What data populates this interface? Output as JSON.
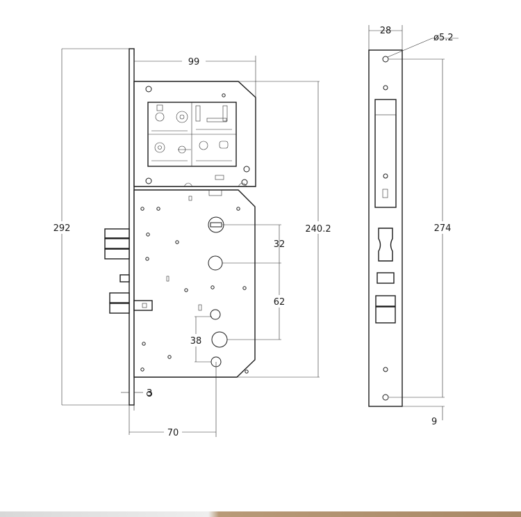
{
  "dimensions": {
    "top_width": "99",
    "faceplate_width": "28",
    "hole_diameter": "ø5.2",
    "total_height": "292",
    "case_height": "240.2",
    "hole_spacing": "274",
    "upper_spacing": "32",
    "mid_spacing": "62",
    "cylinder_offset": "38",
    "faceplate_thickness": "3",
    "backset": "70",
    "bottom_offset": "9"
  },
  "colors": {
    "line": "#1a1a1a",
    "background": "#ffffff"
  }
}
